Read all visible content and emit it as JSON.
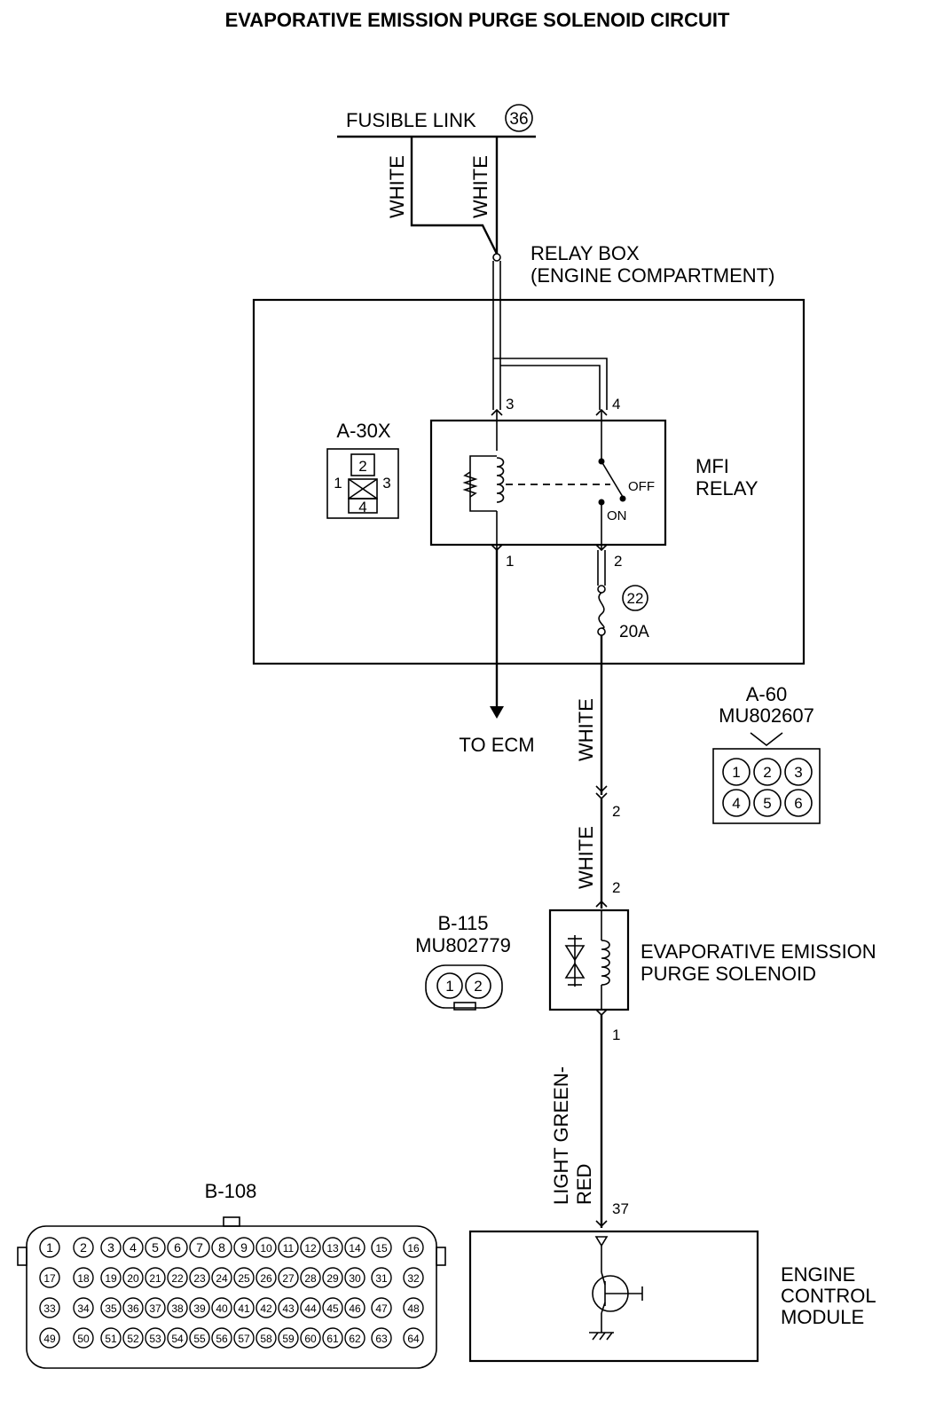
{
  "title": "EVAPORATIVE EMISSION PURGE SOLENOID CIRCUIT",
  "fusible_link": {
    "label": "FUSIBLE LINK",
    "number": "36"
  },
  "wires": {
    "white": "WHITE",
    "light_green_red_1": "LIGHT GREEN-",
    "light_green_red_2": "RED"
  },
  "relay_box": {
    "line1": "RELAY BOX",
    "line2": "(ENGINE COMPARTMENT)"
  },
  "connector_a30x": {
    "label": "A-30X",
    "pins": [
      "1",
      "2",
      "3",
      "4"
    ]
  },
  "mfi_relay": {
    "line1": "MFI",
    "line2": "RELAY",
    "off": "OFF",
    "on": "ON",
    "pins": {
      "p1": "1",
      "p2": "2",
      "p3": "3",
      "p4": "4"
    }
  },
  "fuse": {
    "number": "22",
    "rating": "20A"
  },
  "to_ecm": "TO ECM",
  "connector_a60": {
    "label": "A-60",
    "part": "MU802607",
    "pins": [
      "1",
      "2",
      "3",
      "4",
      "5",
      "6"
    ]
  },
  "connector_b115": {
    "label": "B-115",
    "part": "MU802779",
    "pins": [
      "1",
      "2"
    ]
  },
  "solenoid": {
    "line1": "EVAPORATIVE EMISSION",
    "line2": "PURGE SOLENOID",
    "pin_in": "2",
    "pin_out": "1",
    "a60_pin": "2"
  },
  "ecm": {
    "line1": "ENGINE",
    "line2": "CONTROL",
    "line3": "MODULE",
    "pin": "37"
  },
  "connector_b108": {
    "label": "B-108",
    "rows": [
      [
        "1",
        "2",
        "3",
        "4",
        "5",
        "6",
        "7",
        "8",
        "9",
        "10",
        "11",
        "12",
        "13",
        "14",
        "15",
        "16"
      ],
      [
        "17",
        "18",
        "19",
        "20",
        "21",
        "22",
        "23",
        "24",
        "25",
        "26",
        "27",
        "28",
        "29",
        "30",
        "31",
        "32"
      ],
      [
        "33",
        "34",
        "35",
        "36",
        "37",
        "38",
        "39",
        "40",
        "41",
        "42",
        "43",
        "44",
        "45",
        "46",
        "47",
        "48"
      ],
      [
        "49",
        "50",
        "51",
        "52",
        "53",
        "54",
        "55",
        "56",
        "57",
        "58",
        "59",
        "60",
        "61",
        "62",
        "63",
        "64"
      ]
    ]
  }
}
